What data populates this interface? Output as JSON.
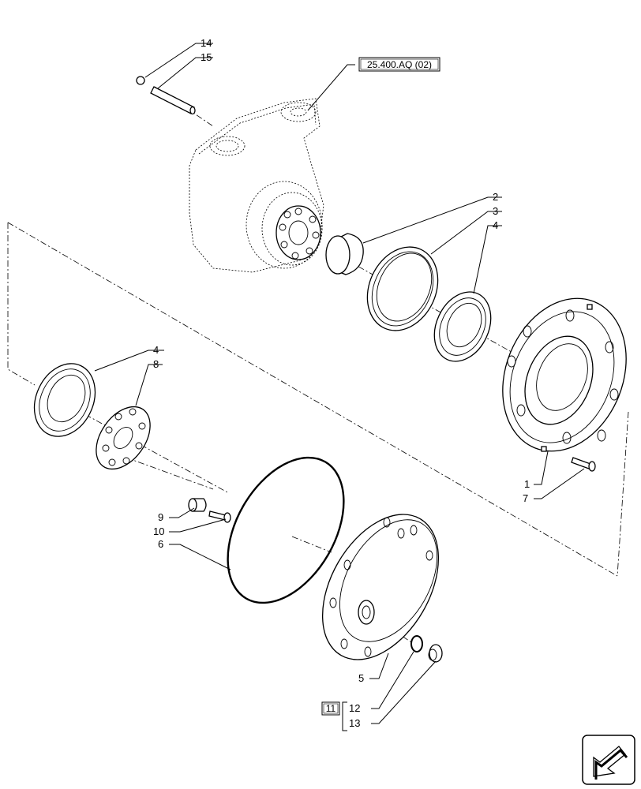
{
  "reference_box": "25.400.AQ (02)",
  "kit_box": "11",
  "callouts": {
    "c1": "1",
    "c2": "2",
    "c3": "3",
    "c4a": "4",
    "c4b": "4",
    "c5": "5",
    "c6": "6",
    "c7": "7",
    "c8": "8",
    "c9": "9",
    "c10": "10",
    "c12": "12",
    "c13": "13",
    "c14": "14",
    "c15": "15"
  },
  "icons": {
    "nav": "next-page-arrow-icon"
  }
}
